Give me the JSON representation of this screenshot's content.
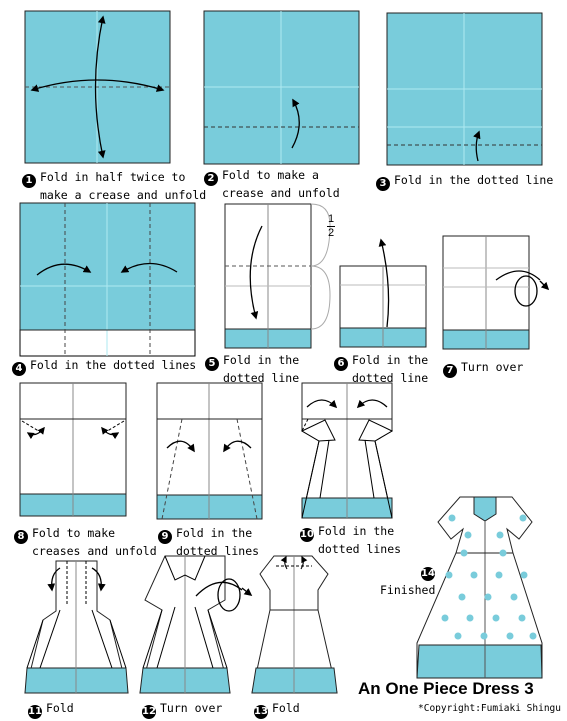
{
  "title": "An One Piece Dress 3",
  "copyright": "*Copyright:Fumiaki Shingu",
  "finished_label": "Finished",
  "fraction": {
    "num": "1",
    "den": "2"
  },
  "colors": {
    "paper_blue": "#79CCDB",
    "line": "#000000",
    "white": "#FFFFFF"
  },
  "steps": [
    {
      "num": "1",
      "line1": "Fold in half twice to",
      "line2": "make a crease and unfold"
    },
    {
      "num": "2",
      "line1": "Fold to make a",
      "line2": "crease and unfold"
    },
    {
      "num": "3",
      "line1": "Fold in the dotted line",
      "line2": ""
    },
    {
      "num": "4",
      "line1": "Fold in the dotted lines",
      "line2": ""
    },
    {
      "num": "5",
      "line1": "Fold in the",
      "line2": "dotted line"
    },
    {
      "num": "6",
      "line1": "Fold in the",
      "line2": "dotted line"
    },
    {
      "num": "7",
      "line1": "Turn over",
      "line2": ""
    },
    {
      "num": "8",
      "line1": "Fold to make",
      "line2": "creases and unfold"
    },
    {
      "num": "9",
      "line1": "Fold in the",
      "line2": "dotted lines"
    },
    {
      "num": "10",
      "line1": "Fold in the",
      "line2": "dotted lines"
    },
    {
      "num": "11",
      "line1": "Fold",
      "line2": ""
    },
    {
      "num": "12",
      "line1": "Turn over",
      "line2": ""
    },
    {
      "num": "13",
      "line1": "Fold",
      "line2": ""
    },
    {
      "num": "14",
      "line1": "",
      "line2": ""
    }
  ]
}
